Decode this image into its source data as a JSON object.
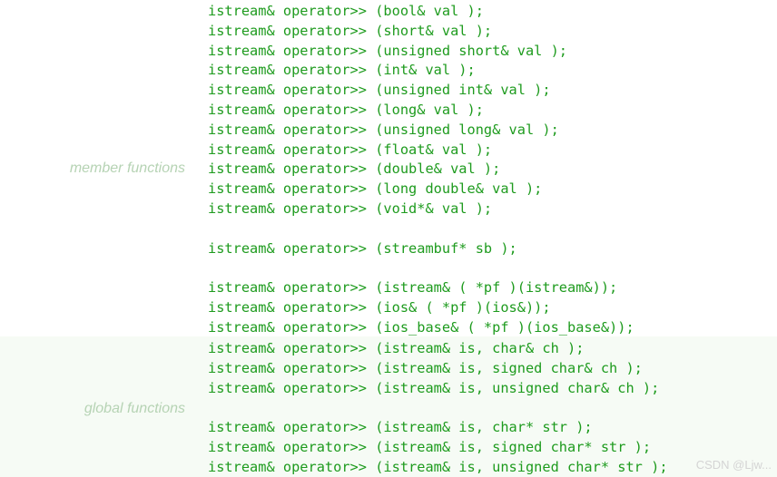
{
  "member": {
    "label": "member functions",
    "lines": [
      "istream& operator>> (bool& val );",
      "istream& operator>> (short& val );",
      "istream& operator>> (unsigned short& val );",
      "istream& operator>> (int& val );",
      "istream& operator>> (unsigned int& val );",
      "istream& operator>> (long& val );",
      "istream& operator>> (unsigned long& val );",
      "istream& operator>> (float& val );",
      "istream& operator>> (double& val );",
      "istream& operator>> (long double& val );",
      "istream& operator>> (void*& val );",
      "",
      "istream& operator>> (streambuf* sb );",
      "",
      "istream& operator>> (istream& ( *pf )(istream&));",
      "istream& operator>> (ios& ( *pf )(ios&));",
      "istream& operator>> (ios_base& ( *pf )(ios_base&));"
    ]
  },
  "global": {
    "label": "global functions",
    "lines": [
      "istream& operator>> (istream& is, char& ch );",
      "istream& operator>> (istream& is, signed char& ch );",
      "istream& operator>> (istream& is, unsigned char& ch );",
      "",
      "istream& operator>> (istream& is, char* str );",
      "istream& operator>> (istream& is, signed char* str );",
      "istream& operator>> (istream& is, unsigned char* str );"
    ]
  },
  "watermark": "CSDN @Ljw..."
}
